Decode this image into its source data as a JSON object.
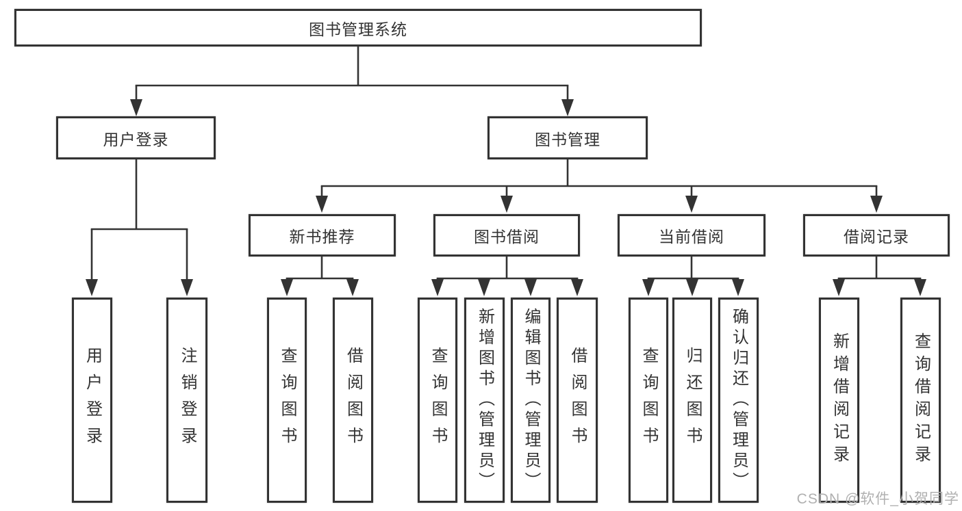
{
  "tree": {
    "root": {
      "label": "图书管理系统",
      "children": [
        {
          "label": "用户登录",
          "children": [
            {
              "label": "用户登录"
            },
            {
              "label": "注销登录"
            }
          ]
        },
        {
          "label": "图书管理",
          "children": [
            {
              "label": "新书推荐",
              "children": [
                {
                  "label": "查询图书"
                },
                {
                  "label": "借阅图书"
                }
              ]
            },
            {
              "label": "图书借阅",
              "children": [
                {
                  "label": "查询图书"
                },
                {
                  "label": "新增图书（管理员）"
                },
                {
                  "label": "编辑图书（管理员）"
                },
                {
                  "label": "借阅图书"
                }
              ]
            },
            {
              "label": "当前借阅",
              "children": [
                {
                  "label": "查询图书"
                },
                {
                  "label": "归还图书"
                },
                {
                  "label": "确认归还（管理员）"
                }
              ]
            },
            {
              "label": "借阅记录",
              "children": [
                {
                  "label": "新增借阅记录"
                },
                {
                  "label": "查询借阅记录"
                }
              ]
            }
          ]
        }
      ]
    }
  },
  "watermark": "CSDN @软件_小贺同学",
  "colors": {
    "line": "#333333",
    "box_border": "#333333",
    "text": "#333333",
    "background": "#ffffff",
    "watermark": "#b0b0b0"
  }
}
